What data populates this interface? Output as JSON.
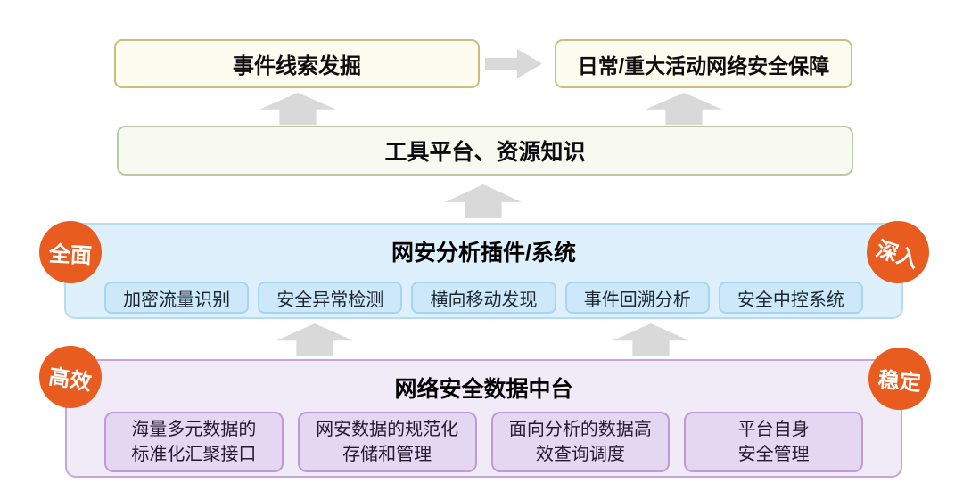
{
  "top_row": {
    "clue_box": "事件线索发掘",
    "guarantee_box": "日常/重大活动网络安全保障"
  },
  "tools_box": "工具平台、资源知识",
  "analysis_section": {
    "title": "网安分析插件/系统",
    "badge_left": "全面",
    "badge_right": "深入",
    "items": [
      "加密流量识别",
      "安全异常检测",
      "横向移动发现",
      "事件回溯分析",
      "安全中控系统"
    ]
  },
  "data_platform_section": {
    "title": "网络安全数据中台",
    "badge_left": "高效",
    "badge_right": "稳定",
    "items": [
      "海量多元数据的\n标准化汇聚接口",
      "网安数据的规范化\n存储和管理",
      "面向分析的数据高\n效查询调度",
      "平台自身\n安全管理"
    ]
  },
  "icons": {
    "up_arrow": "block-arrow-up",
    "right_arrow": "block-arrow-right"
  },
  "colors": {
    "accent_orange": "#e95c1f",
    "blue_section_bg": "#def0fb",
    "blue_item_bg": "#cde9f9",
    "purple_section_bg": "#f1ebf8",
    "purple_item_bg": "#e5d6f2",
    "green_box_bg": "#f8faf1",
    "cream_box_bg": "#fdfcf1",
    "gold_border": "#cdbd76",
    "arrow_gray": "#d9d9d9"
  }
}
